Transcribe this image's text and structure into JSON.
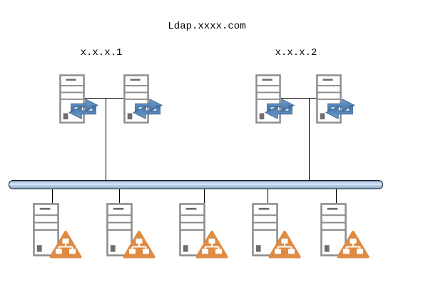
{
  "title": "Ldap.xxxx.com",
  "groups": [
    {
      "label": "x.x.x.1",
      "replica_servers": 2
    },
    {
      "label": "x.x.x.2",
      "replica_servers": 2
    }
  ],
  "bottom_row": {
    "server_count": 5
  },
  "icons": {
    "server": "server-tower-icon",
    "sync": "sync-arrows-icon",
    "org_triangle": "org-chart-triangle-icon"
  },
  "colors": {
    "arrow_blue": "#4E80BC",
    "triangle_orange": "#DE8B43",
    "server_gray": "#8C8C8C",
    "bus_fill": "#AEC9E4",
    "bus_border": "#0C0C14",
    "connector_line": "#000000",
    "background": "#FFFFFF"
  }
}
